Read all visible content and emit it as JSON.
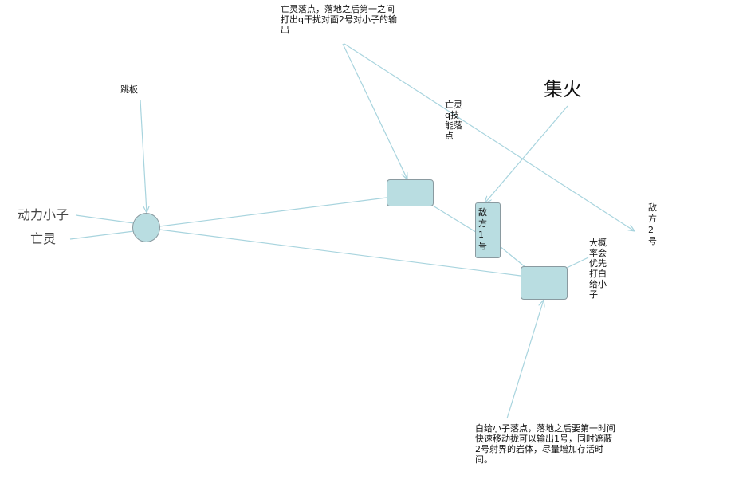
{
  "labels": {
    "springboard": "跳板",
    "dynamo_kid": "动力小子",
    "undead": "亡灵",
    "undead_landing_note": "亡灵落点，落地之后第一之间打出q干扰对面2号对小子的输出",
    "undead_q_point": "亡灵q技能落点",
    "focus_fire": "集火",
    "enemy_1": "敌方1号",
    "enemy_2": "敌方2号",
    "likely_hit_kid": "大概率会优先打白给小子",
    "white_kid_landing_note": "白给小子落点，落地之后要第一时间快速移动拢可以输出1号，同时遮蔽2号射界的岩体，尽量增加存活时间。"
  },
  "colors": {
    "node_fill": "#b9dde1",
    "node_border": "#8a9aa0",
    "connector": "#a8d4de"
  }
}
